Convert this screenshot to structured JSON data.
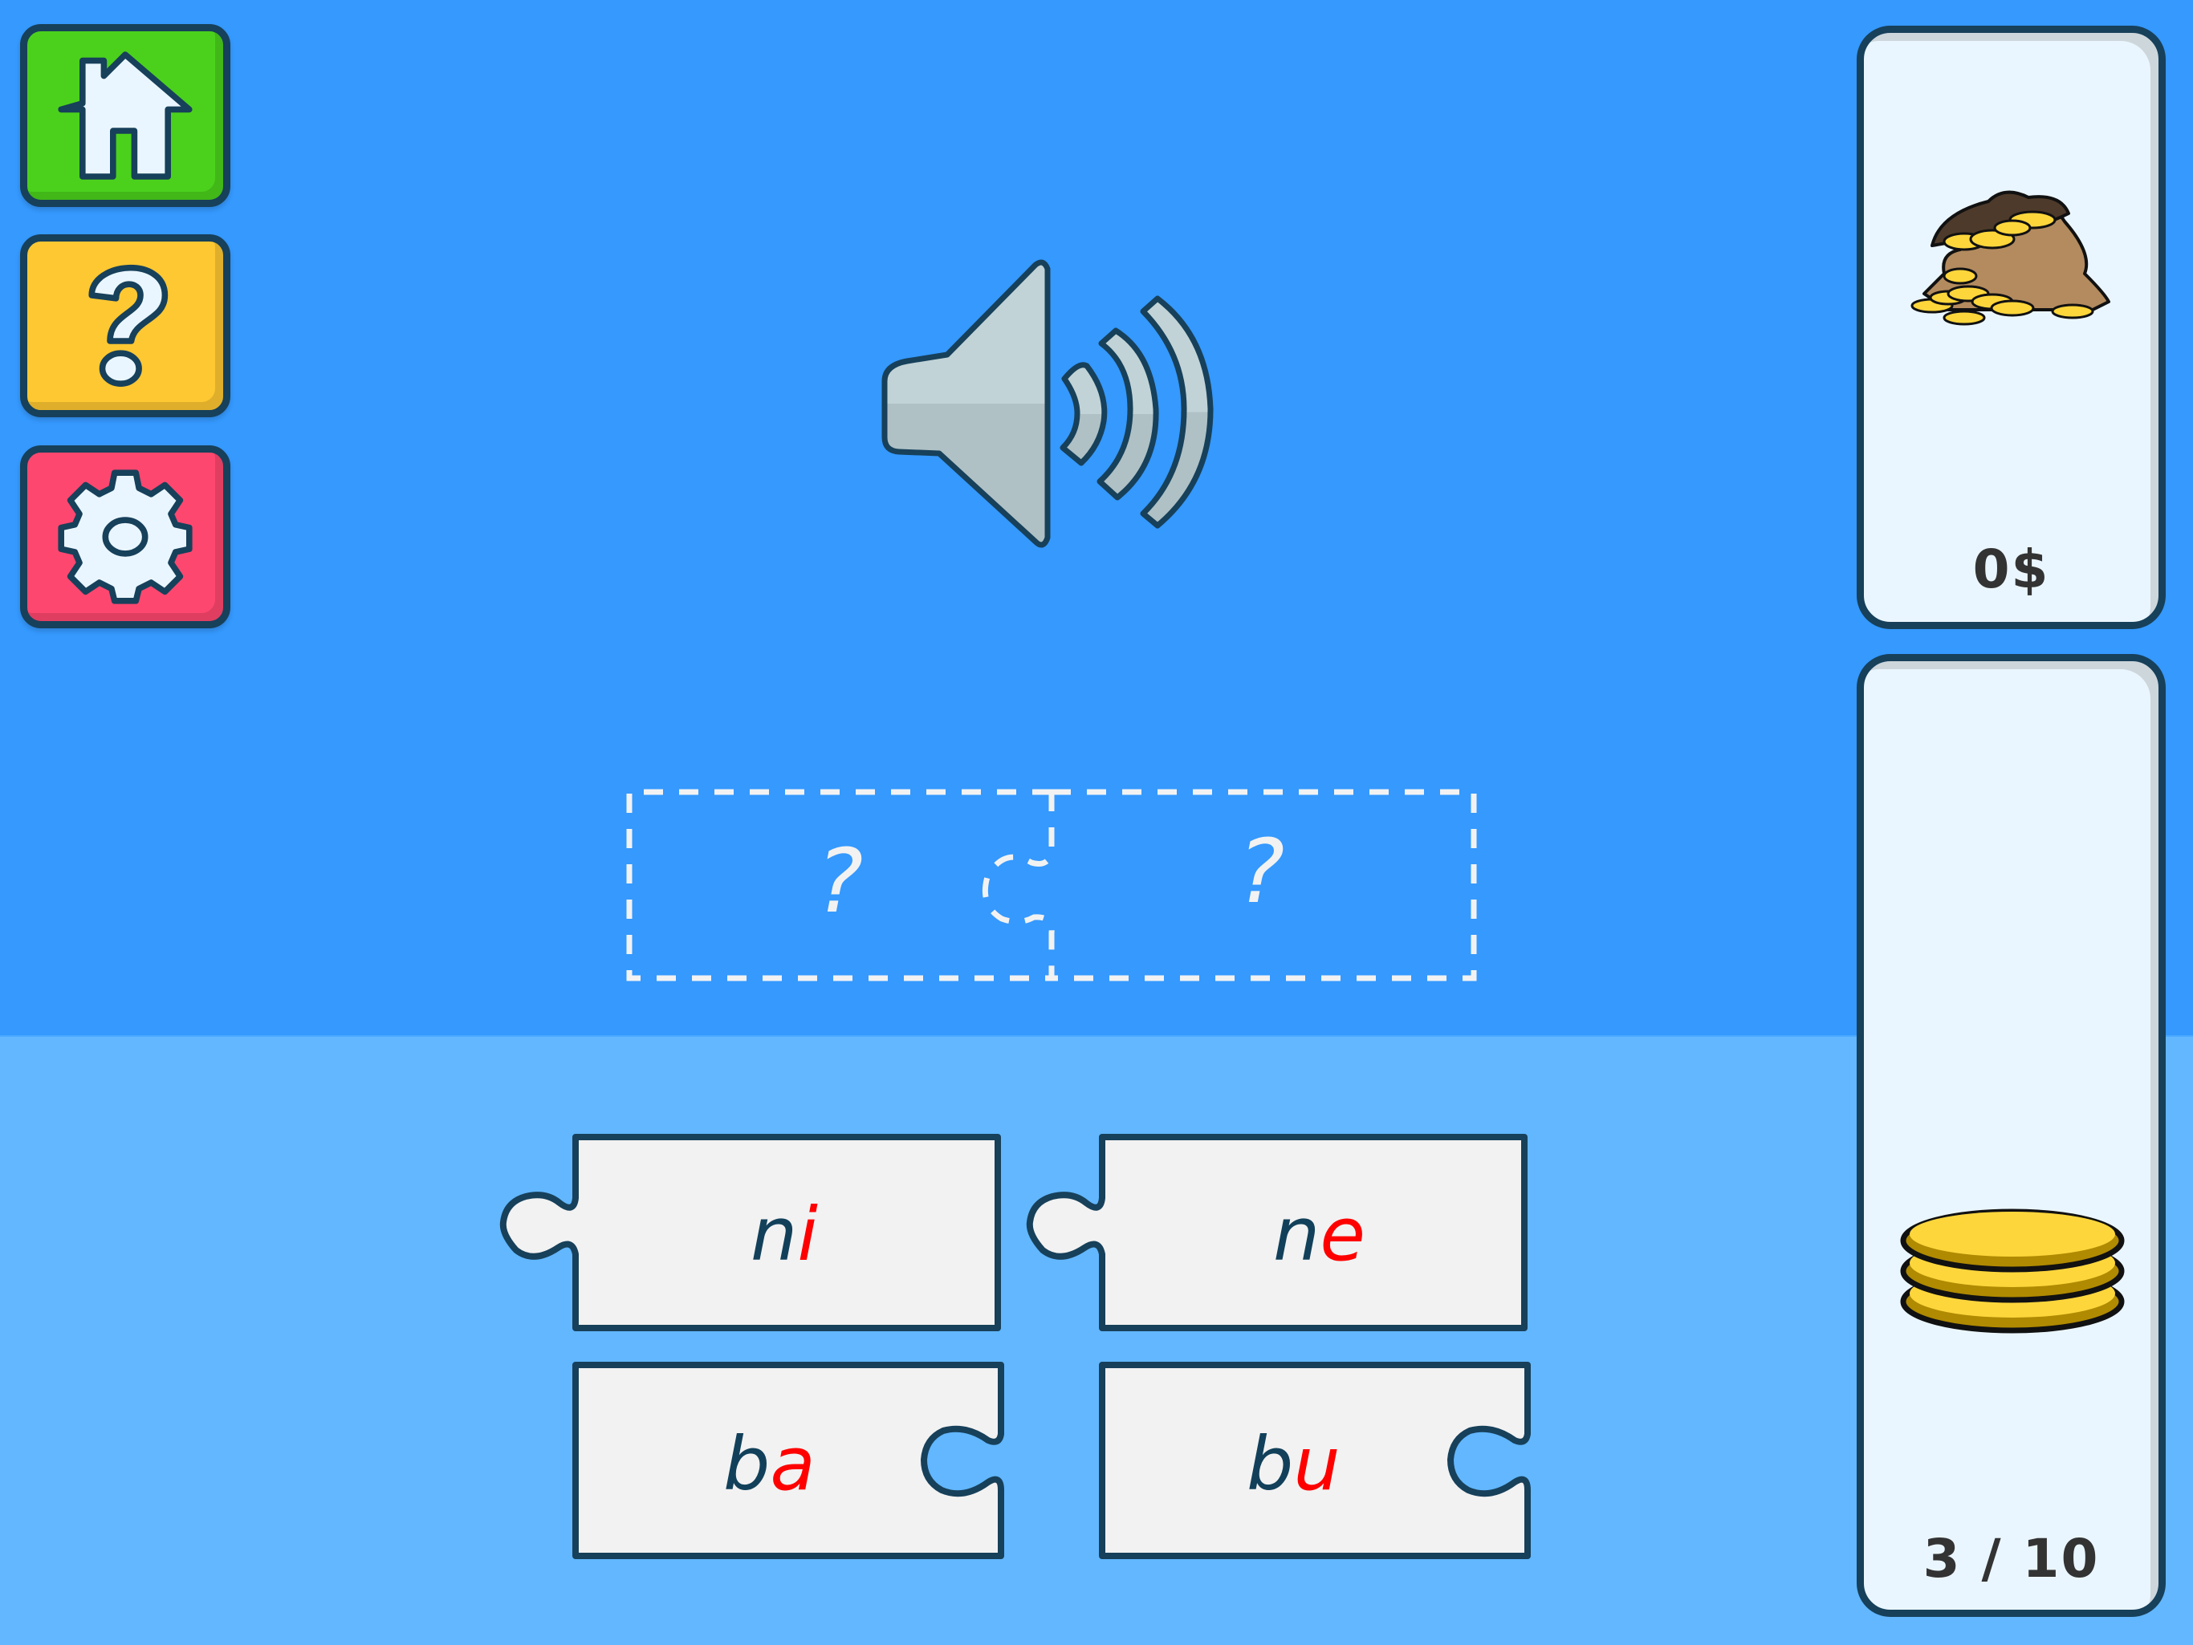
{
  "sidebar": {
    "buttons": [
      {
        "id": "home",
        "icon": "home-icon",
        "color": "#4bd11c"
      },
      {
        "id": "help",
        "icon": "question-mark-icon",
        "color": "#fec832"
      },
      {
        "id": "settings",
        "icon": "gear-icon",
        "color": "#fe476f"
      }
    ]
  },
  "audio": {
    "icon": "speaker-icon"
  },
  "answer": {
    "slots": [
      {
        "placeholder": "?"
      },
      {
        "placeholder": "?"
      }
    ]
  },
  "pieces": [
    {
      "consonant": "n",
      "vowel": "i",
      "knob": "left"
    },
    {
      "consonant": "n",
      "vowel": "e",
      "knob": "left"
    },
    {
      "consonant": "b",
      "vowel": "a",
      "knob": "right-socket"
    },
    {
      "consonant": "b",
      "vowel": "u",
      "knob": "right-socket"
    }
  ],
  "score": {
    "money_label": "0$",
    "money_icon": "money-bag-icon",
    "progress_label": "3 / 10",
    "progress_icon": "coin-stack-icon",
    "progress_current": 3,
    "progress_total": 10
  },
  "colors": {
    "bg_top": "#3599fe",
    "bg_bottom": "#62b7ff",
    "outline": "#17405a",
    "consonant": "#12405a",
    "vowel": "#fe0000",
    "piece_fill": "#f2f2f2",
    "card_fill": "#eaf6ff"
  }
}
